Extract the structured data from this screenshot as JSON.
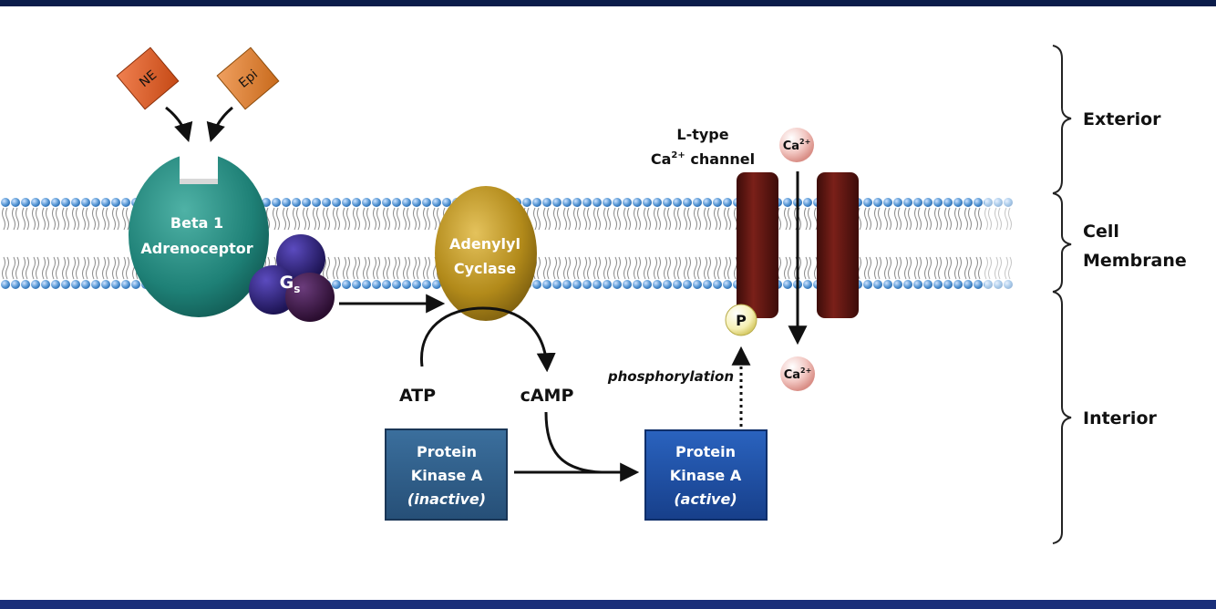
{
  "ligands": {
    "ne": "NE",
    "epi": "Epi"
  },
  "receptor": {
    "line1": "Beta 1",
    "line2": "Adrenoceptor"
  },
  "g_protein": {
    "base": "G",
    "sub": "s"
  },
  "adenylyl_cyclase": {
    "line1": "Adenylyl",
    "line2": "Cyclase"
  },
  "substrate": {
    "atp": "ATP",
    "camp": "cAMP"
  },
  "pka_inactive": {
    "line1": "Protein",
    "line2": "Kinase A",
    "line3": "(inactive)"
  },
  "pka_active": {
    "line1": "Protein",
    "line2": "Kinase A",
    "line3": "(active)"
  },
  "phosphorylation": "phosphorylation",
  "phosphate": "P",
  "channel": {
    "line1": "L-type",
    "line2_base": "Ca",
    "line2_sup": "2+",
    "line2_rest": " channel"
  },
  "calcium": {
    "base": "Ca",
    "sup": "2+"
  },
  "regions": {
    "exterior": "Exterior",
    "membrane_1": "Cell",
    "membrane_2": "Membrane",
    "interior": "Interior"
  },
  "colors": {
    "top_bar": "#0b1c4a",
    "bottom_bar": "#1a2f7a",
    "ligand": "#d85a1f",
    "receptor": "#1e8076",
    "g_protein": "#2f1a5a",
    "cyclase": "#b28a1a",
    "pka_inactive": "#2f5d86",
    "pka_active": "#1f4fa0",
    "channel": "#5b1410",
    "phospholipid_head": "#5b9ad6"
  }
}
